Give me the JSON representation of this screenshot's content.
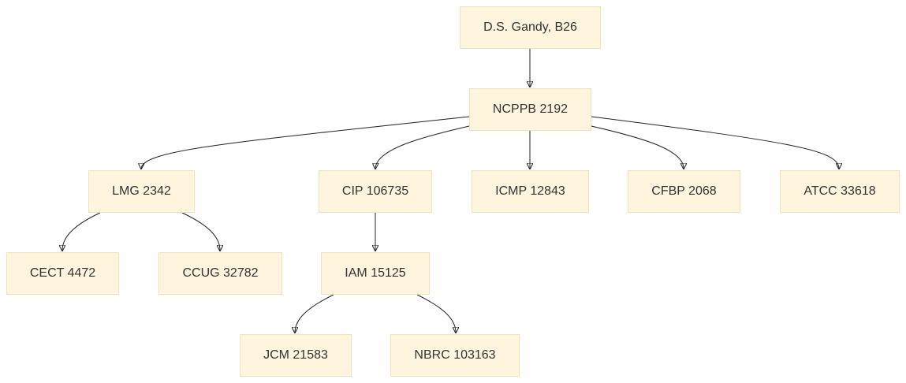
{
  "nodes": {
    "gandy": "D.S. Gandy, B26",
    "ncppb": "NCPPB 2192",
    "lmg": "LMG 2342",
    "cip": "CIP 106735",
    "icmp": "ICMP 12843",
    "cfbp": "CFBP 2068",
    "atcc": "ATCC 33618",
    "cect": "CECT 4472",
    "ccug": "CCUG 32782",
    "iam": "IAM 15125",
    "jcm": "JCM 21583",
    "nbrc": "NBRC 103163"
  },
  "edges": [
    [
      "gandy",
      "ncppb"
    ],
    [
      "ncppb",
      "lmg"
    ],
    [
      "ncppb",
      "cip"
    ],
    [
      "ncppb",
      "icmp"
    ],
    [
      "ncppb",
      "cfbp"
    ],
    [
      "ncppb",
      "atcc"
    ],
    [
      "lmg",
      "cect"
    ],
    [
      "lmg",
      "ccug"
    ],
    [
      "cip",
      "iam"
    ],
    [
      "iam",
      "jcm"
    ],
    [
      "iam",
      "nbrc"
    ]
  ],
  "colors": {
    "node_fill": "#fff4dd",
    "node_border": "#f1e2b8",
    "edge": "#222222",
    "text": "#333333"
  }
}
